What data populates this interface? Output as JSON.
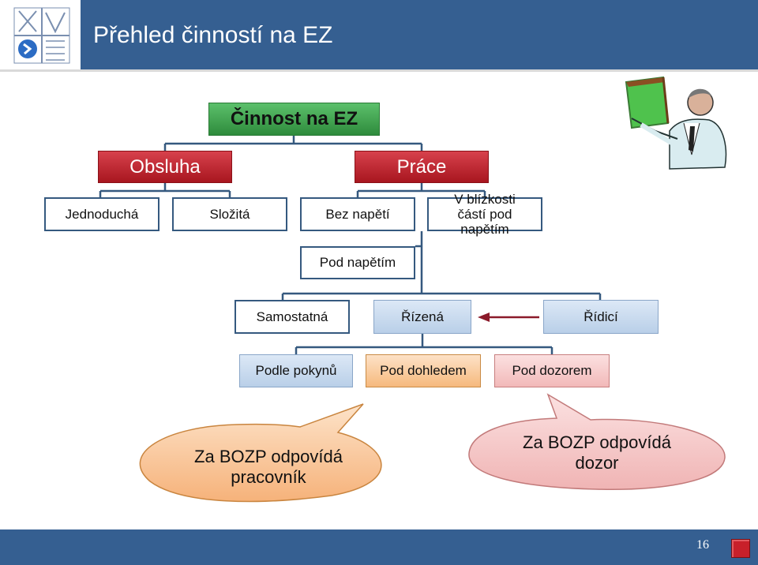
{
  "header": {
    "title": "Přehled činností na EZ"
  },
  "nodes": {
    "root": "Činnost na EZ",
    "obsluha": "Obsluha",
    "prace": "Práce",
    "jednoducha": "Jednoduchá",
    "slozita": "Složitá",
    "bez_napeti": "Bez napětí",
    "v_blizkosti": "V blízkosti částí pod napětím",
    "pod_napetim": "Pod napětím",
    "samostatna": "Samostatná",
    "rizena": "Řízená",
    "ridici": "Řídicí",
    "podle_pokynu": "Podle pokynů",
    "pod_dohledem": "Pod dohledem",
    "pod_dozorem": "Pod dozorem"
  },
  "callouts": {
    "left": "Za BOZP odpovídá pracovník",
    "right": "Za BOZP odpovídá dozor"
  },
  "footer": {
    "page_number": "16"
  },
  "colors": {
    "header": "#355f91",
    "connector": "#35597f",
    "arrow": "#8b1a2a"
  }
}
